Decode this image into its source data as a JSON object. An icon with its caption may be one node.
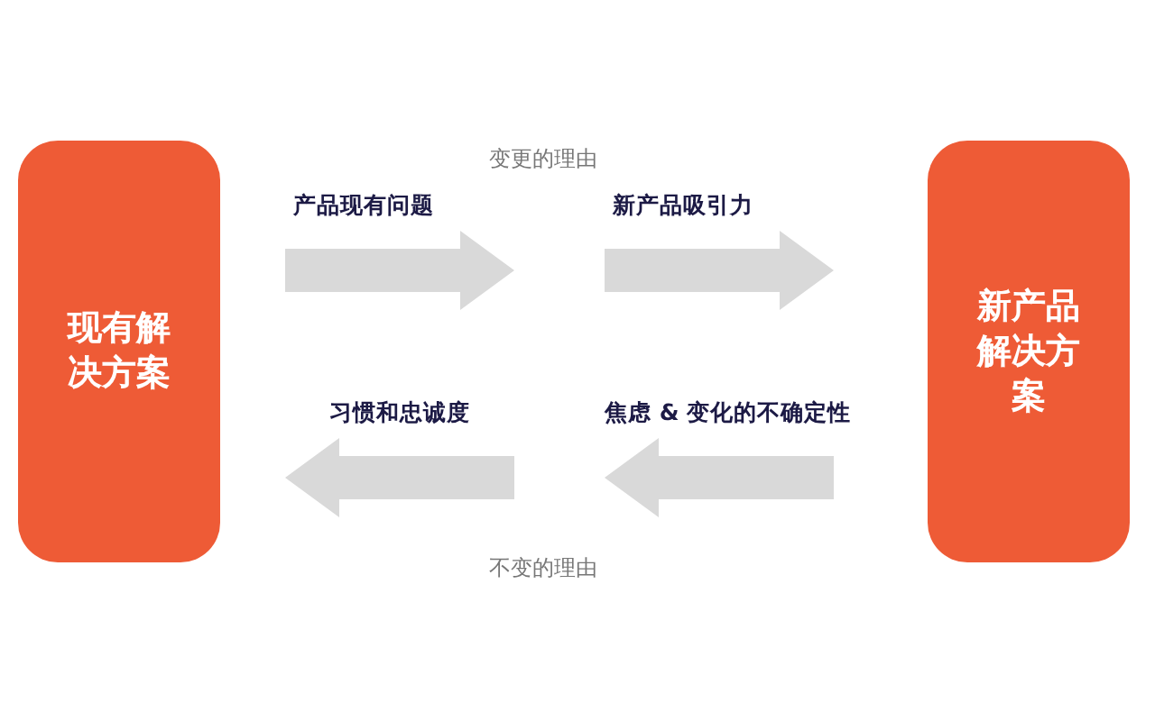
{
  "diagram": {
    "nodes": [
      {
        "text": [
          "现有解决方案"
        ]
      },
      {
        "text": [
          "产品现有问题"
        ]
      },
      {
        "text": [
          "新产品吸引力"
        ]
      },
      {
        "text": [
          "新产品解决方案"
        ]
      },
      {
        "text": [
          "习惯和忠诚度"
        ]
      },
      {
        "text": [
          "焦虑 & 变化的不确定性"
        ]
      }
    ],
    "labels": [
      "变更的理由",
      "不变的理由"
    ]
  }
}
